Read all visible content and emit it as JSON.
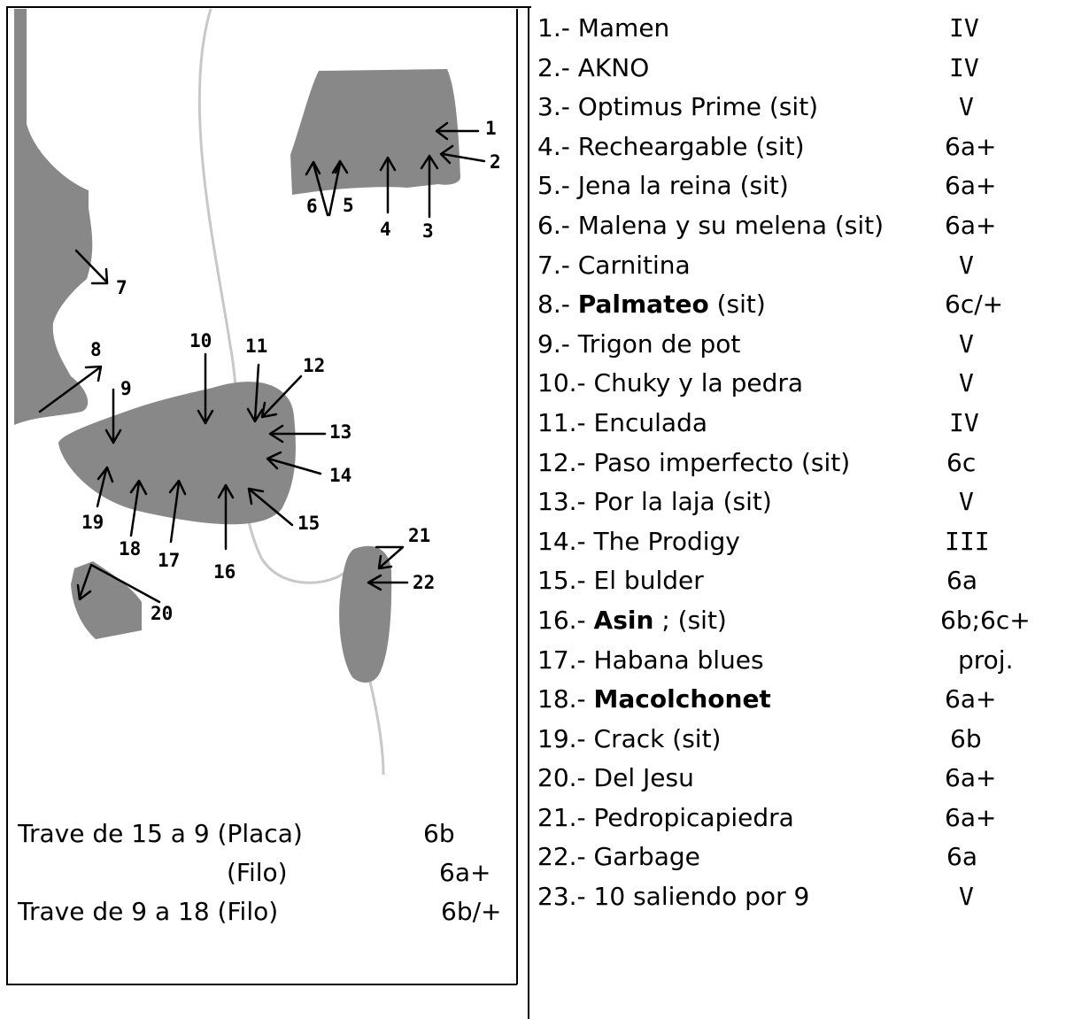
{
  "routes": [
    {
      "number": "1.-",
      "name": "Mamen",
      "grade": "IV"
    },
    {
      "number": "2.-",
      "name": "AKNO",
      "grade": "IV"
    },
    {
      "number": "3.-",
      "name": "Optimus Prime (sit)",
      "grade": "V"
    },
    {
      "number": "4.-",
      "name": "Recheargable (sit)",
      "grade": "6a+"
    },
    {
      "number": "5.-",
      "name": "Jena la reina (sit)",
      "grade": "6a+"
    },
    {
      "number": "6.-",
      "name": "Malena y su melena (sit)",
      "grade": "6a+"
    },
    {
      "number": "7.-",
      "name": "Carnitina",
      "grade": "V"
    },
    {
      "number": "8.-",
      "name": "Palmateo",
      "suffix": " (sit)",
      "bold": true,
      "grade": "6c/+"
    },
    {
      "number": "9.-",
      "name": "Trigon de pot",
      "grade": "V"
    },
    {
      "number": "10.-",
      "name": "Chuky y la pedra",
      "grade": "V"
    },
    {
      "number": "11.-",
      "name": "Enculada",
      "grade": "IV"
    },
    {
      "number": "12.-",
      "name": "Paso imperfecto (sit)",
      "grade": "6c"
    },
    {
      "number": "13.-",
      "name": "Por la laja (sit)",
      "grade": "V"
    },
    {
      "number": "14.-",
      "name": "The Prodigy",
      "grade": "III"
    },
    {
      "number": "15.-",
      "name": "El bulder",
      "grade": "6a"
    },
    {
      "number": "16.-",
      "name": "Asin",
      "suffix": " ; (sit)",
      "bold": true,
      "grade": "6b;6c+"
    },
    {
      "number": "17.-",
      "name": "Habana blues",
      "grade": "proj."
    },
    {
      "number": "18.-",
      "name": "Macolchonet",
      "suffix": "",
      "bold": true,
      "grade": "6a+"
    },
    {
      "number": "19.-",
      "name": "Crack (sit)",
      "grade": "6b"
    },
    {
      "number": "20.-",
      "name": "Del Jesu",
      "grade": "6a+"
    },
    {
      "number": "21.-",
      "name": "Pedropicapiedra",
      "grade": "6a+"
    },
    {
      "number": "22.-",
      "name": "Garbage",
      "grade": "6a"
    },
    {
      "number": "23.-",
      "name": "10 saliendo por 9",
      "grade": "V"
    }
  ],
  "traverses": [
    {
      "label": "Trave de 15 a 9 (Placa)",
      "grade": "6b"
    },
    {
      "label": "(Filo)",
      "grade": "6a+"
    },
    {
      "label": "Trave de 9 a 18 (Filo)",
      "grade": "6b/+"
    }
  ],
  "topo_labels": [
    "1",
    "2",
    "3",
    "4",
    "5",
    "6",
    "7",
    "8",
    "9",
    "10",
    "11",
    "12",
    "13",
    "14",
    "15",
    "16",
    "17",
    "18",
    "19",
    "20",
    "21",
    "22"
  ],
  "colors": {
    "rock": "#888888",
    "path": "#c8c8c8",
    "lines": "#000000"
  }
}
